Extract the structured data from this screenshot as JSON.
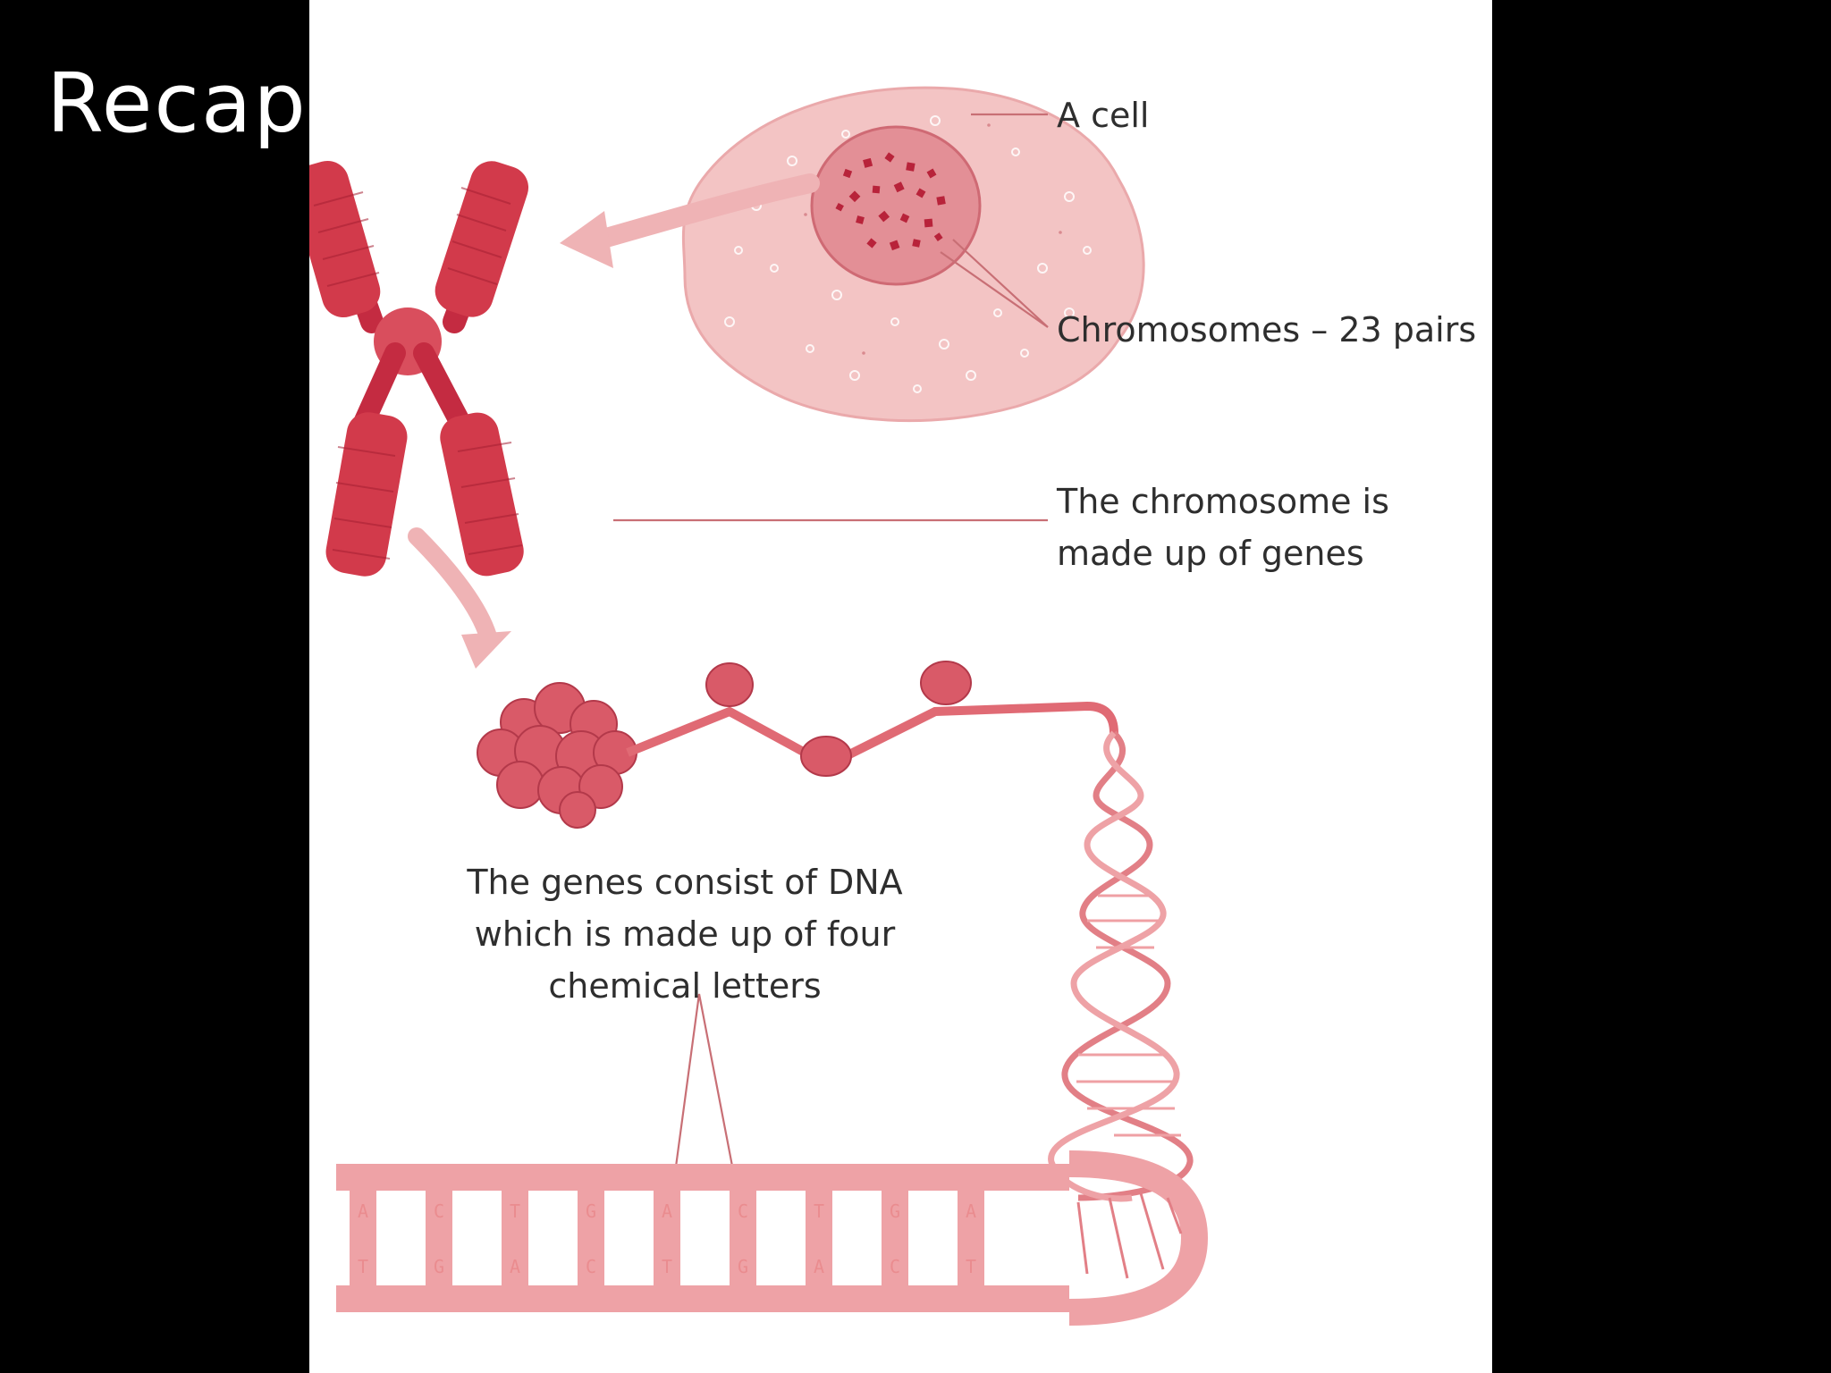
{
  "slide": {
    "title": "Recap"
  },
  "diagram": {
    "labels": {
      "cell": "A cell",
      "chromosomes": "Chromosomes – 23 pairs",
      "chromosome_genes": [
        "The chromosome is",
        "made up of genes"
      ],
      "genes_dna": [
        "The genes consist of DNA",
        "which is made up of four",
        "chemical letters"
      ]
    },
    "dna_ladder": {
      "top_bases": [
        "A",
        "C",
        "T",
        "G",
        "A",
        "C",
        "T",
        "G",
        "A"
      ],
      "bottom_bases": [
        "T",
        "G",
        "A",
        "C",
        "T",
        "G",
        "A",
        "C",
        "T"
      ]
    },
    "colors": {
      "background": "#000000",
      "panel": "#ffffff",
      "chromosome": "#d23a4b",
      "cell": "#f0bcbc",
      "nucleus": "#e5939a",
      "dna": "#e98488",
      "dna_light": "#f4c7c7",
      "leader_line": "#c86f75"
    }
  }
}
